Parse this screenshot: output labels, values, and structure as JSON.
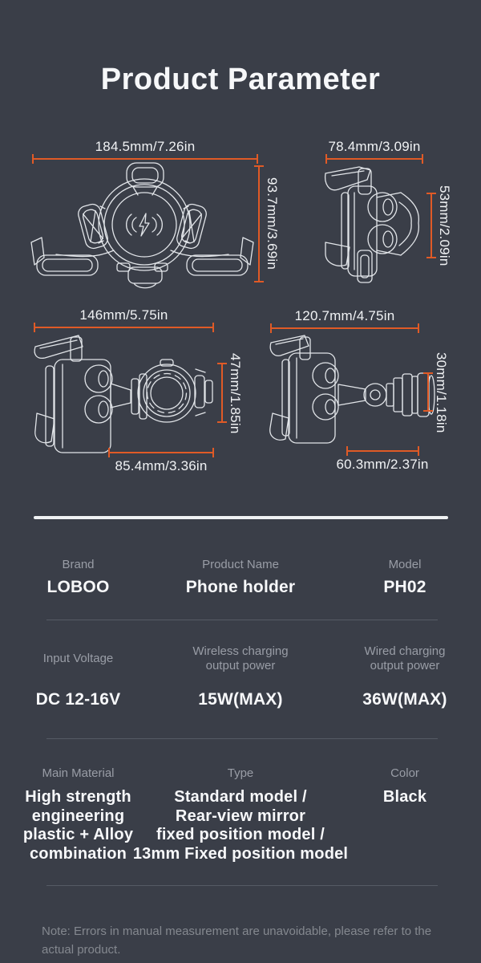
{
  "page": {
    "title": "Product Parameter",
    "note": "Note: Errors in manual measurement are unavoidable, please refer to the actual product."
  },
  "colors": {
    "background": "#3a3e48",
    "dimension_accent": "#e05a26",
    "line_art": "#e2e5e9",
    "label_gray": "#999da6",
    "value_white": "#f7f8fa"
  },
  "diagrams": [
    {
      "name": "front view",
      "width_label": "184.5mm/7.26in",
      "height_label": "93.7mm/3.69in"
    },
    {
      "name": "side view",
      "width_label": "78.4mm/3.09in",
      "height_label": "53mm/2.09in"
    },
    {
      "name": "top view with handlebar ring",
      "width_label": "146mm/5.75in",
      "height_label": "47mm/1.85in",
      "bottom_label": "85.4mm/3.36in"
    },
    {
      "name": "rear-view mirror mount view",
      "width_label": "120.7mm/4.75in",
      "height_label": "30mm/1.18in",
      "bottom_label": "60.3mm/2.37in"
    }
  ],
  "spec_table": {
    "rows": [
      {
        "cells": [
          {
            "label": "Brand",
            "value": "LOBOO"
          },
          {
            "label": "Product Name",
            "value": "Phone holder"
          },
          {
            "label": "Model",
            "value": "PH02"
          }
        ]
      },
      {
        "cells": [
          {
            "label": "Input Voltage",
            "value": "DC 12-16V"
          },
          {
            "label": "Wireless charging\noutput power",
            "value": "15W(MAX)"
          },
          {
            "label": "Wired charging\noutput power",
            "value": "36W(MAX)"
          }
        ]
      },
      {
        "cells": [
          {
            "label": "Main Material",
            "value": "High strength\nengineering\nplastic + Alloy\ncombination"
          },
          {
            "label": "Type",
            "value": "Standard model /\nRear-view mirror\nfixed position model /\n13mm Fixed position model"
          },
          {
            "label": "Color",
            "value": "Black"
          }
        ]
      }
    ]
  }
}
